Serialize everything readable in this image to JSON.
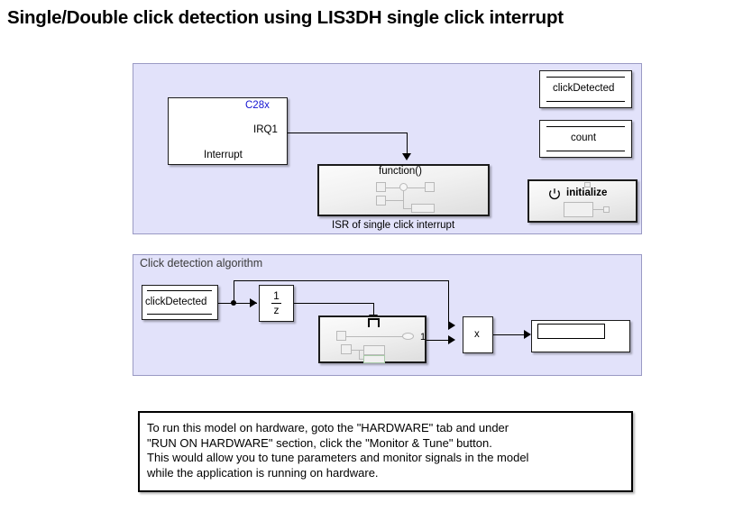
{
  "page": {
    "title": "Single/Double click detection using LIS3DH single click interrupt",
    "background_color": "#ffffff",
    "panel_color": "#e2e2fa",
    "accent_blue": "#1414d2"
  },
  "interrupt_panel": {
    "interrupt_block": {
      "header_label": "C28x",
      "port_label": "IRQ1",
      "name_label": "Interrupt"
    },
    "isr_block": {
      "title": "function()",
      "caption": "ISR of single click interrupt"
    }
  },
  "side_blocks": {
    "click_detected": {
      "label": "clickDetected",
      "type": "data-store-memory"
    },
    "count": {
      "label": "count",
      "type": "data-store-memory"
    },
    "initialize": {
      "label": "initialize",
      "icon": "power-icon",
      "type": "initialize-function-subsystem"
    }
  },
  "algorithm_panel": {
    "label": "Click detection algorithm",
    "click_detected_block": {
      "label": "clickDetected"
    },
    "unit_delay": {
      "numerator": "1",
      "denominator": "z"
    },
    "triggered_subsystem": {
      "trigger_glyph": "pulse-trigger-icon",
      "output_port_label": "1"
    },
    "product_block": {
      "label": "x"
    },
    "display_block": {
      "value": ""
    }
  },
  "annotation": {
    "lines": [
      "To run this model on hardware, goto the \"HARDWARE\" tab and under",
      "\"RUN ON HARDWARE\" section, click the \"Monitor & Tune\" button.",
      "This would allow you to tune parameters and monitor signals in the model",
      "while the application is running on hardware."
    ]
  }
}
